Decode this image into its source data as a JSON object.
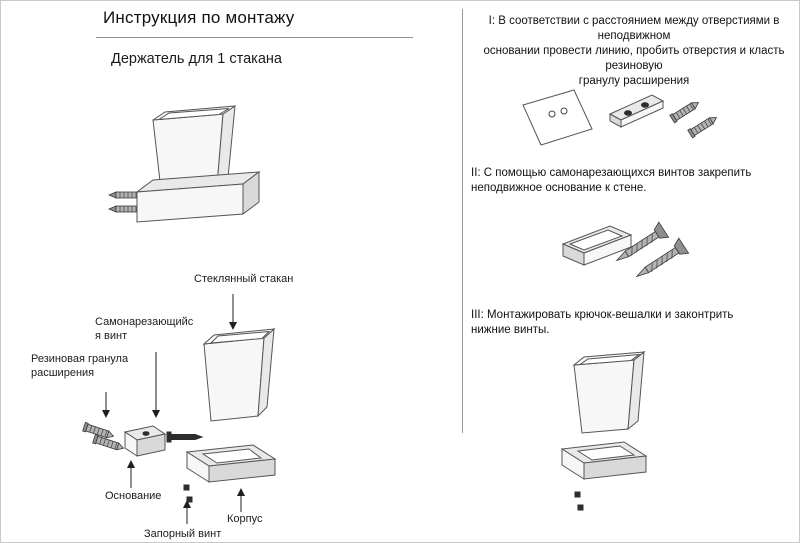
{
  "page": {
    "title": "Инструкция по монтажу",
    "subtitle": "Держатель для 1 стакана"
  },
  "exploded": {
    "labels": {
      "glass": "Стеклянный стакан",
      "screw": "Самонарезающийс\nя винт",
      "dowel": "Резиновая гранула\nрасширения",
      "base": "Основание",
      "lock_screw": "Запорный винт",
      "body": "Корпус"
    }
  },
  "steps": [
    {
      "number": "I",
      "text": "I: В соответствии с расстоянием между отверстиями в неподвижном\nосновании провести линию, пробить отверстия и класть резиновую\nгранулу расширения"
    },
    {
      "number": "II",
      "text": "II: С помощью самонарезающихся винтов закрепить\nнеподвижное основание к стене."
    },
    {
      "number": "III",
      "text": "III: Монтажировать крючок-вешалки и законтрить\nнижние винты."
    }
  ],
  "drawings": {
    "main": "assembled cup holder with wall screws",
    "exploded": "exploded parts view",
    "step1": "wall plate with holes, fixed base and expansion plugs",
    "step2": "fixed base and two self-tapping screws",
    "step3": "glass cup above holder ring with lock screws"
  }
}
